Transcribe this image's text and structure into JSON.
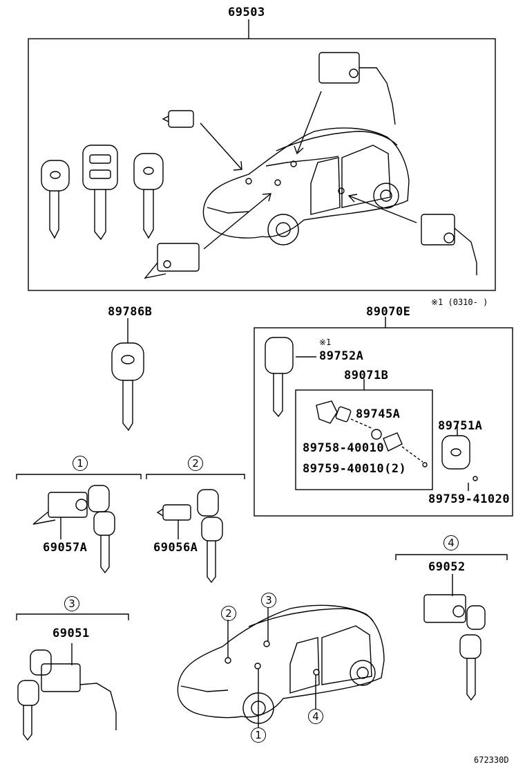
{
  "labels": {
    "top_assembly": "69503",
    "key_89786B": "89786B",
    "set_89070E": "89070E",
    "note_range": "※1 (0310-        )",
    "note_mark": "※1",
    "key_89752A": "89752A",
    "sub_89071B": "89071B",
    "part_89745A": "89745A",
    "part_89758": "89758-40010",
    "part_89759_2": "89759-40010(2)",
    "part_89751A": "89751A",
    "part_89759_41020": "89759-41020",
    "cyl_69057A": "69057A",
    "cyl_69056A": "69056A",
    "cyl_69051": "69051",
    "cyl_69052": "69052",
    "drawing_no": "672330D"
  },
  "callouts": {
    "g1": "1",
    "g2": "2",
    "g3": "3",
    "g4": "4",
    "car1": "1",
    "car2": "2",
    "car3": "3",
    "car4": "4"
  }
}
